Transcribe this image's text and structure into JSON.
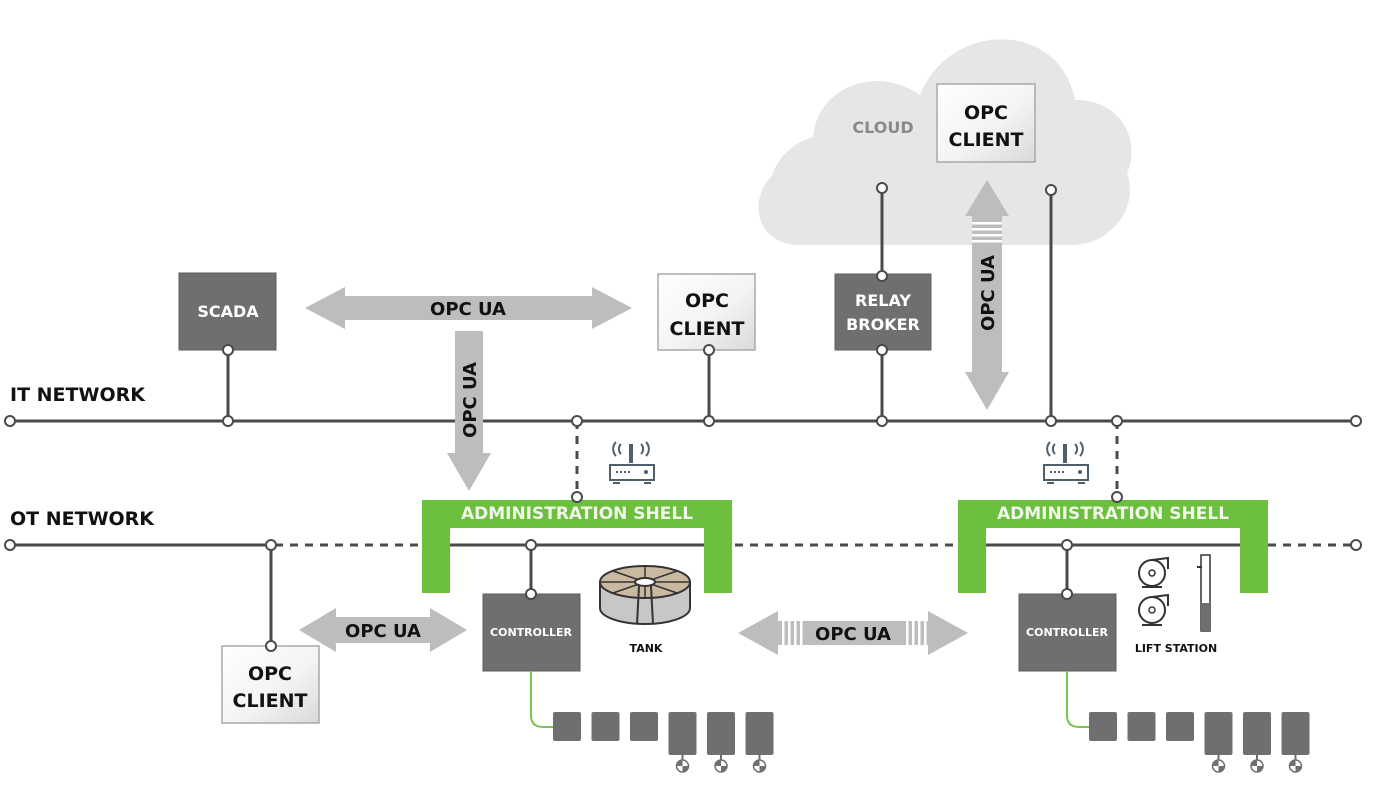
{
  "diagram": {
    "cloud": {
      "label": "CLOUD",
      "client": {
        "line1": "OPC",
        "line2": "CLIENT"
      }
    },
    "networks": {
      "it": "IT NETWORK",
      "ot": "OT NETWORK"
    },
    "nodes": {
      "scada": "SCADA",
      "it_client": {
        "line1": "OPC",
        "line2": "CLIENT"
      },
      "relay_broker": {
        "line1": "RELAY",
        "line2": "BROKER"
      },
      "ot_client": {
        "line1": "OPC",
        "line2": "CLIENT"
      }
    },
    "protocols": {
      "scada_to_client": "OPC UA",
      "it_to_shell": "OPC UA",
      "cloud_link": "OPC UA",
      "ot_client_link": "OPC UA",
      "controller_link": "OPC UA"
    },
    "shells": [
      {
        "title": "ADMINISTRATION SHELL",
        "controller": "CONTROLLER",
        "asset": "TANK",
        "asset_icon": "tank-icon"
      },
      {
        "title": "ADMINISTRATION SHELL",
        "controller": "CONTROLLER",
        "asset": "LIFT STATION",
        "asset_icon": "lift-station-icon"
      }
    ],
    "io_modules_per_controller": 6,
    "colors": {
      "shell_green": "#6cbf3f",
      "dark_box": "#6f6f71",
      "arrow_gray": "#bdbdbd",
      "cloud_gray": "#e6e6e6",
      "wire": "#4a4a4a"
    }
  }
}
